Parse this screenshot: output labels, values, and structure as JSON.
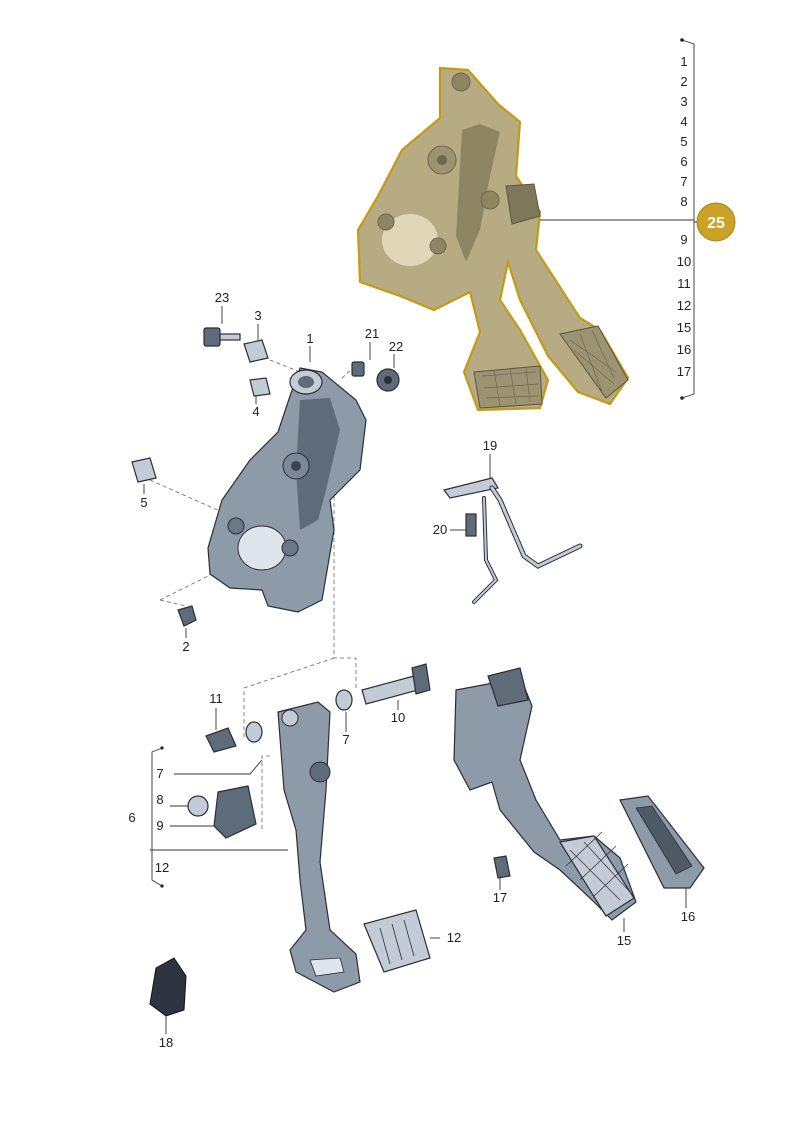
{
  "callouts": {
    "p1": "1",
    "p2": "2",
    "p3": "3",
    "p4": "4",
    "p5": "5",
    "p6": "6",
    "p7a": "7",
    "p7b": "7",
    "p8": "8",
    "p9": "9",
    "p10": "10",
    "p11": "11",
    "p12a": "12",
    "p12b": "12",
    "p15": "15",
    "p16": "16",
    "p17": "17",
    "p18": "18",
    "p19": "19",
    "p20": "20",
    "p21": "21",
    "p22": "22",
    "p23": "23"
  },
  "assembly_list": [
    "1",
    "2",
    "3",
    "4",
    "5",
    "6",
    "7",
    "8",
    "9",
    "10",
    "11",
    "12",
    "15",
    "16",
    "17"
  ],
  "assembly_badge": "25",
  "colors": {
    "badge_fill": "#c9a227",
    "badge_text": "#ffffff",
    "highlight_outline": "#c49a16"
  }
}
